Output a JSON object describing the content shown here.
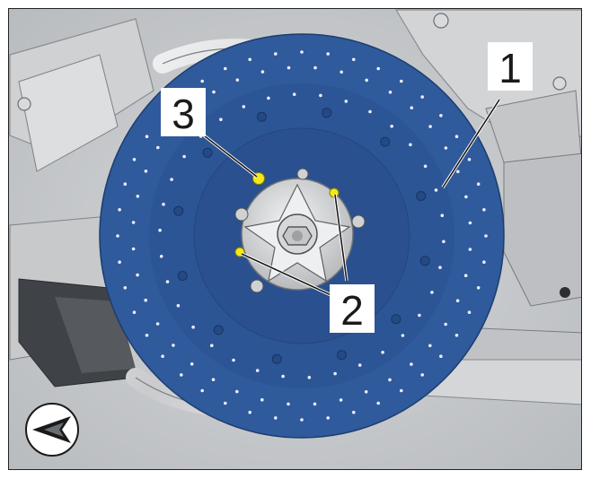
{
  "callouts": {
    "disc": "1",
    "pins": "2",
    "primary_pin": "3"
  },
  "icons": {
    "orientation": "direction-arrow-icon"
  },
  "colors": {
    "disc": "#2f5a9b",
    "disc_inner": "#2a5090",
    "hub": "#d9dadb",
    "highlight": "#f4e81a",
    "background": "#e6e7e8"
  }
}
